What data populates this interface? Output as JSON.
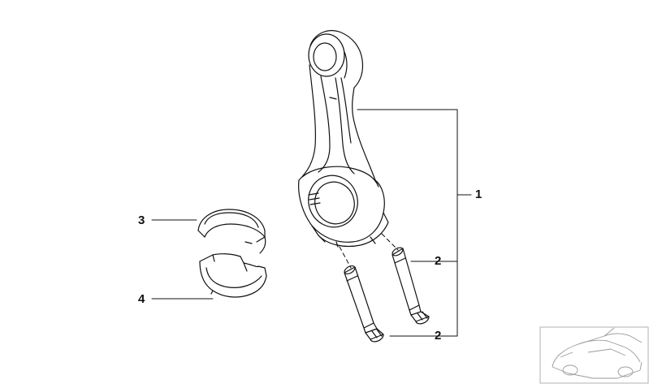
{
  "diagram": {
    "callouts": [
      {
        "id": "1",
        "text": "1",
        "part": "connecting-rod-assembly"
      },
      {
        "id": "2a",
        "text": "2",
        "part": "rod-bolt-upper"
      },
      {
        "id": "2b",
        "text": "2",
        "part": "rod-bolt-lower"
      },
      {
        "id": "3",
        "text": "3",
        "part": "bearing-shell-upper"
      },
      {
        "id": "4",
        "text": "4",
        "part": "bearing-shell-lower"
      }
    ],
    "colors": {
      "line": "#111111",
      "thumbnail_line": "#9a9a9a",
      "thumbnail_border": "#b0b0b0",
      "background": "#ffffff"
    },
    "thumbnail_icon": "car-silhouette-icon"
  }
}
